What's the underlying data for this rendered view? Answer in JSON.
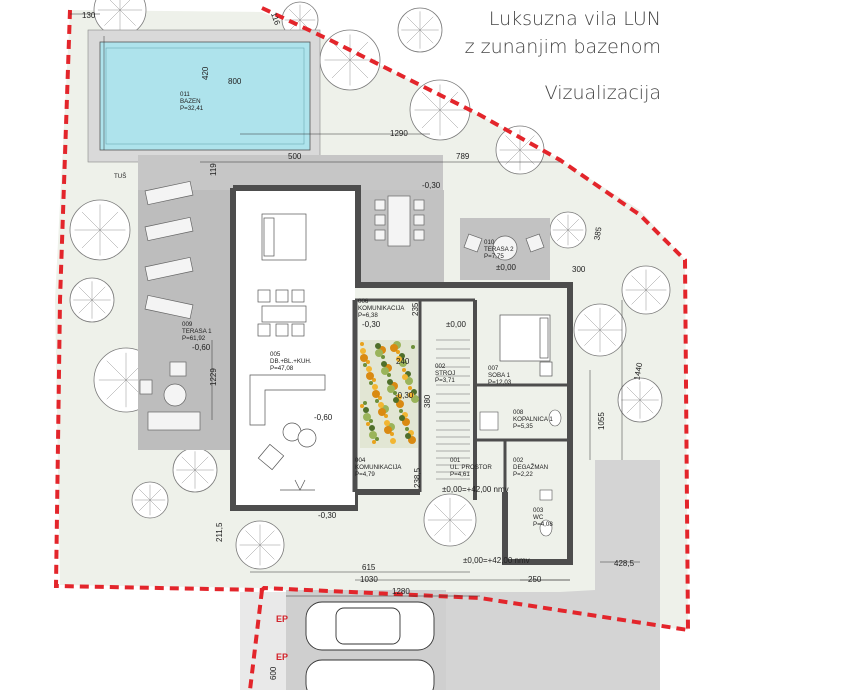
{
  "heading": {
    "line1": "Luksuzna vila LUN",
    "line2": "z zunanjim bazenom",
    "line3": "Vizualizacija"
  },
  "colors": {
    "plot_border": "#e3252b",
    "wall": "#4d4d4d",
    "garden": "#eef1ea",
    "pool": "#aee3ec",
    "terrace": "#bdbdbd",
    "street": "#cfcfcf"
  },
  "rooms": {
    "bazen": {
      "id": "011",
      "name": "BAZEN",
      "area": "P=32,41"
    },
    "terasa1": {
      "id": "009",
      "name": "TERASA 1",
      "area": "P=61,92"
    },
    "dnevna": {
      "id": "005",
      "name": "DB.+BL.+KUH.",
      "area": "P=47,08"
    },
    "kom6": {
      "id": "006",
      "name": "KOMUNIKACIJA",
      "area": "P=6,38"
    },
    "terasa2": {
      "id": "010",
      "name": "TERASA 2",
      "area": "P=7,75"
    },
    "stroj": {
      "id": "002",
      "name": "STROJ",
      "area": "P=3,71"
    },
    "soba1": {
      "id": "007",
      "name": "SOBA 1",
      "area": "P=12,03"
    },
    "kopalnica": {
      "id": "008",
      "name": "KOPALNICA 1",
      "area": "P=5,35"
    },
    "kom4": {
      "id": "004",
      "name": "KOMUNIKACIJA",
      "area": "P=4,79"
    },
    "ulprostor": {
      "id": "001",
      "name": "UL. PROSTOR",
      "area": "P=4,61"
    },
    "degazman": {
      "id": "002",
      "name": "DEGAŽMAN",
      "area": "P=2,22"
    },
    "wc": {
      "id": "003",
      "name": "WC",
      "area": "P=4,08"
    }
  },
  "labels": {
    "tus": "TUŠ",
    "ep1": "EP",
    "ep2": "EP"
  },
  "levels": {
    "l_top": "-0,30",
    "l_ter2": "±0,00",
    "l_kom": "-0,30",
    "l_floor": "±0,00",
    "l_court": "-0,30",
    "l_ter1": "-0,60",
    "l_living": "-0,60",
    "l_entry": "±0,00=+42,00 nmv",
    "l_street": "±0,00=+42,00 nmv",
    "l_bottom": "-0,30"
  },
  "dims": {
    "d130": "130",
    "d116": "116",
    "d420": "420",
    "d800": "800",
    "d1290": "1290",
    "d500": "500",
    "d789": "789",
    "d119": "119",
    "d385": "385",
    "d300": "300",
    "d235": "235",
    "d240": "240",
    "d380": "380",
    "d1229": "1229",
    "d1440": "1440",
    "d1055": "1055",
    "d2385": "238,5",
    "d2115": "211,5",
    "d615": "615",
    "d1030": "1030",
    "d250": "250",
    "d4285": "428,5",
    "d1280": "1280",
    "d600": "600"
  }
}
